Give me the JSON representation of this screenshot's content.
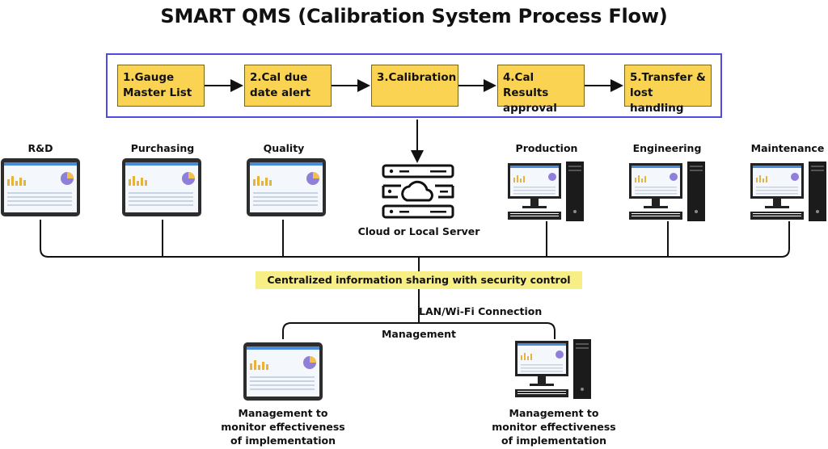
{
  "title": "SMART QMS (Calibration System Process Flow)",
  "steps": [
    {
      "num": "1.",
      "line1": "Gauge",
      "line2": "Master List"
    },
    {
      "num": "2.",
      "line1": "Cal due",
      "line2": "date alert"
    },
    {
      "num": "3.",
      "line1": "Calibration",
      "line2": ""
    },
    {
      "num": "4.",
      "line1": "Cal Results",
      "line2": "approval"
    },
    {
      "num": "5.",
      "line1": "Transfer &",
      "line2": "lost handling"
    }
  ],
  "departments": {
    "rd": "R&D",
    "purchasing": "Purchasing",
    "quality": "Quality",
    "production": "Production",
    "engineering": "Engineering",
    "maintenance": "Maintenance"
  },
  "server_label": "Cloud or Local Server",
  "band_text": "Centralized information sharing with security control",
  "connection_label": "LAN/Wi-Fi Connection",
  "management_label": "Management",
  "management_caption_left": [
    "Management to",
    "monitor effectiveness",
    "of implementation"
  ],
  "management_caption_right": [
    "Management to",
    "monitor effectiveness",
    "of implementation"
  ],
  "colors": {
    "step_fill": "#fbd352",
    "flow_border": "#4f4ae0",
    "band_fill": "#f7ef86"
  }
}
